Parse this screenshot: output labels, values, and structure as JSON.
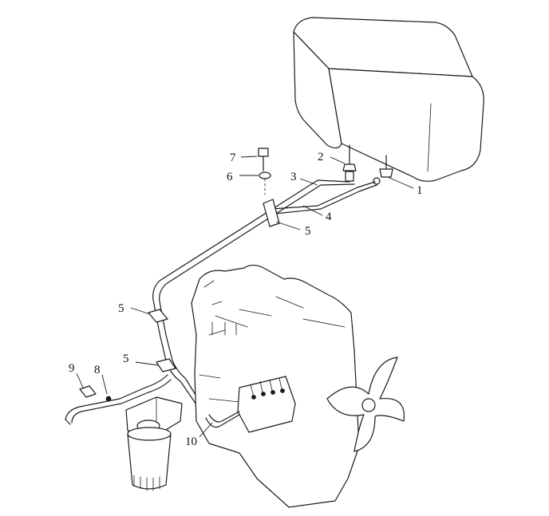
{
  "diagram": {
    "callouts": {
      "c1": "1",
      "c2": "2",
      "c3": "3",
      "c4": "4",
      "c5a": "5",
      "c5b": "5",
      "c5c": "5",
      "c6": "6",
      "c7": "7",
      "c8": "8",
      "c9": "9",
      "c10": "10"
    }
  }
}
